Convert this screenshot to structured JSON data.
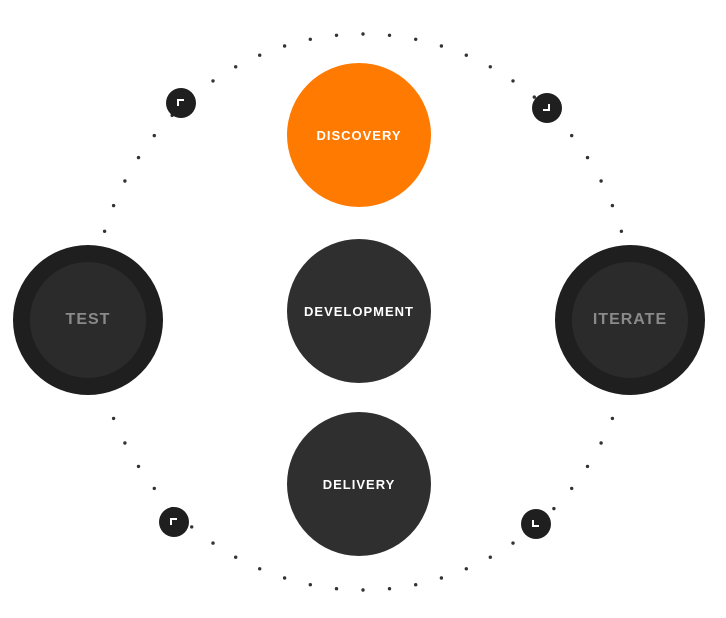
{
  "diagram": {
    "nodes": {
      "discovery": {
        "label": "DISCOVERY",
        "fill": "#ff7a00",
        "text_color": "#ffffff"
      },
      "development": {
        "label": "DEVELOPMENT",
        "fill": "#2f2f2f",
        "text_color": "#ffffff"
      },
      "delivery": {
        "label": "DELIVERY",
        "fill": "#2f2f2f",
        "text_color": "#ffffff"
      },
      "test": {
        "label": "TEST",
        "fill": "#2b2b2b",
        "ring_color": "#1f1f1f",
        "text_color": "#8a8a8a"
      },
      "iterate": {
        "label": "ITERATE",
        "fill": "#2b2b2b",
        "ring_color": "#1f1f1f",
        "text_color": "#8a8a8a"
      }
    },
    "corner_markers": [
      {
        "id": "top-left",
        "icon": "corner-top-left-icon"
      },
      {
        "id": "top-right",
        "icon": "corner-bottom-right-icon"
      },
      {
        "id": "bottom-left",
        "icon": "corner-top-left-icon"
      },
      {
        "id": "bottom-right",
        "icon": "corner-bottom-left-icon"
      }
    ],
    "dot_color": "#333333",
    "accent": "#ff7a00"
  }
}
